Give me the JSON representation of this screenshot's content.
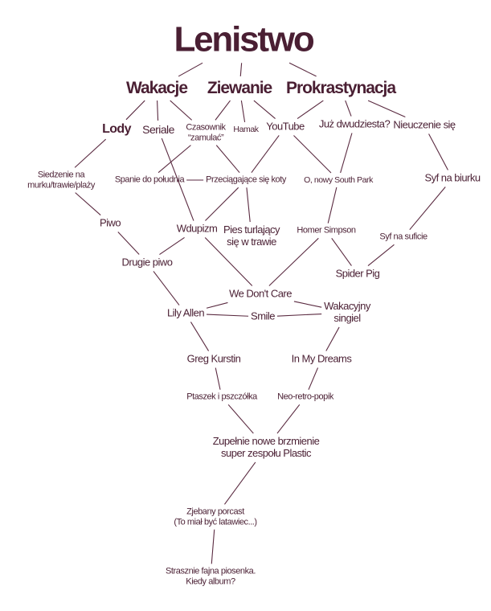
{
  "diagram": {
    "title": "Lenistwo",
    "colors": {
      "text": "#4a1f33",
      "line": "#5a2a40",
      "background": "#ffffff"
    },
    "nodes": [
      {
        "id": "lenistwo",
        "label": "Lenistwo"
      },
      {
        "id": "wakacje",
        "label": "Wakacje"
      },
      {
        "id": "ziewanie",
        "label": "Ziewanie"
      },
      {
        "id": "prokrastynacja",
        "label": "Prokrastynacja"
      },
      {
        "id": "lody",
        "label": "Lody"
      },
      {
        "id": "seriale",
        "label": "Seriale"
      },
      {
        "id": "czasownik",
        "label": "Czasownik\n“zamulać”"
      },
      {
        "id": "hamak",
        "label": "Hamak"
      },
      {
        "id": "youtube",
        "label": "YouTube"
      },
      {
        "id": "juz-dwudziesta",
        "label": "Już dwudziesta?"
      },
      {
        "id": "nieuczenie",
        "label": "Nieuczenie się"
      },
      {
        "id": "siedzenie",
        "label": "Siedzenie na\nmurku/trawie/plaży"
      },
      {
        "id": "spanie",
        "label": "Spanie do południa"
      },
      {
        "id": "koty",
        "label": "Przeciągające się koty"
      },
      {
        "id": "south-park",
        "label": "O, nowy South Park"
      },
      {
        "id": "syf-biurko",
        "label": "Syf na biurku"
      },
      {
        "id": "piwo",
        "label": "Piwo"
      },
      {
        "id": "wdupizm",
        "label": "Wdupizm"
      },
      {
        "id": "pies",
        "label": "Pies turlający\nsię w trawie"
      },
      {
        "id": "homer",
        "label": "Homer Simpson"
      },
      {
        "id": "syf-sufit",
        "label": "Syf na suficie"
      },
      {
        "id": "drugie-piwo",
        "label": "Drugie piwo"
      },
      {
        "id": "spider-pig",
        "label": "Spider Pig"
      },
      {
        "id": "we-dont-care",
        "label": "We Don't Care"
      },
      {
        "id": "lily-allen",
        "label": "Lily Allen"
      },
      {
        "id": "smile",
        "label": "Smile"
      },
      {
        "id": "wakacyjny-singiel",
        "label": "Wakacyjny\nsingiel"
      },
      {
        "id": "greg-kurstin",
        "label": "Greg Kurstin"
      },
      {
        "id": "in-my-dreams",
        "label": "In My Dreams"
      },
      {
        "id": "ptaszek",
        "label": "Ptaszek i pszczółka"
      },
      {
        "id": "neo-retro",
        "label": "Neo-retro-popik"
      },
      {
        "id": "zupelnie-nowe",
        "label": "Zupełnie nowe brzmienie\nsuper zespołu Plastic"
      },
      {
        "id": "zjebany-porcast",
        "label": "Zjebany porcast\n(To miał być latawiec...)"
      },
      {
        "id": "strasznie-fajna",
        "label": "Strasznie fajna piosenka.\nKiedy album?"
      }
    ],
    "edges": [
      [
        "lenistwo",
        "wakacje"
      ],
      [
        "lenistwo",
        "ziewanie"
      ],
      [
        "lenistwo",
        "prokrastynacja"
      ],
      [
        "wakacje",
        "lody"
      ],
      [
        "wakacje",
        "seriale"
      ],
      [
        "wakacje",
        "czasownik"
      ],
      [
        "ziewanie",
        "czasownik"
      ],
      [
        "ziewanie",
        "hamak"
      ],
      [
        "ziewanie",
        "youtube"
      ],
      [
        "prokrastynacja",
        "youtube"
      ],
      [
        "prokrastynacja",
        "juz-dwudziesta"
      ],
      [
        "prokrastynacja",
        "nieuczenie"
      ],
      [
        "lody",
        "siedzenie"
      ],
      [
        "seriale",
        "wdupizm"
      ],
      [
        "czasownik",
        "spanie"
      ],
      [
        "czasownik",
        "koty"
      ],
      [
        "youtube",
        "koty"
      ],
      [
        "youtube",
        "south-park"
      ],
      [
        "juz-dwudziesta",
        "south-park"
      ],
      [
        "nieuczenie",
        "syf-biurko"
      ],
      [
        "spanie",
        "koty"
      ],
      [
        "koty",
        "wdupizm"
      ],
      [
        "koty",
        "pies"
      ],
      [
        "siedzenie",
        "piwo"
      ],
      [
        "south-park",
        "homer"
      ],
      [
        "syf-biurko",
        "syf-sufit"
      ],
      [
        "piwo",
        "drugie-piwo"
      ],
      [
        "wdupizm",
        "drugie-piwo"
      ],
      [
        "wdupizm",
        "we-dont-care"
      ],
      [
        "homer",
        "we-dont-care"
      ],
      [
        "homer",
        "spider-pig"
      ],
      [
        "syf-sufit",
        "spider-pig"
      ],
      [
        "drugie-piwo",
        "lily-allen"
      ],
      [
        "we-dont-care",
        "lily-allen"
      ],
      [
        "we-dont-care",
        "wakacyjny-singiel"
      ],
      [
        "lily-allen",
        "smile"
      ],
      [
        "smile",
        "wakacyjny-singiel"
      ],
      [
        "lily-allen",
        "greg-kurstin"
      ],
      [
        "wakacyjny-singiel",
        "in-my-dreams"
      ],
      [
        "greg-kurstin",
        "ptaszek"
      ],
      [
        "in-my-dreams",
        "neo-retro"
      ],
      [
        "ptaszek",
        "zupelnie-nowe"
      ],
      [
        "neo-retro",
        "zupelnie-nowe"
      ],
      [
        "zupelnie-nowe",
        "zjebany-porcast"
      ],
      [
        "zjebany-porcast",
        "strasznie-fajna"
      ]
    ]
  }
}
